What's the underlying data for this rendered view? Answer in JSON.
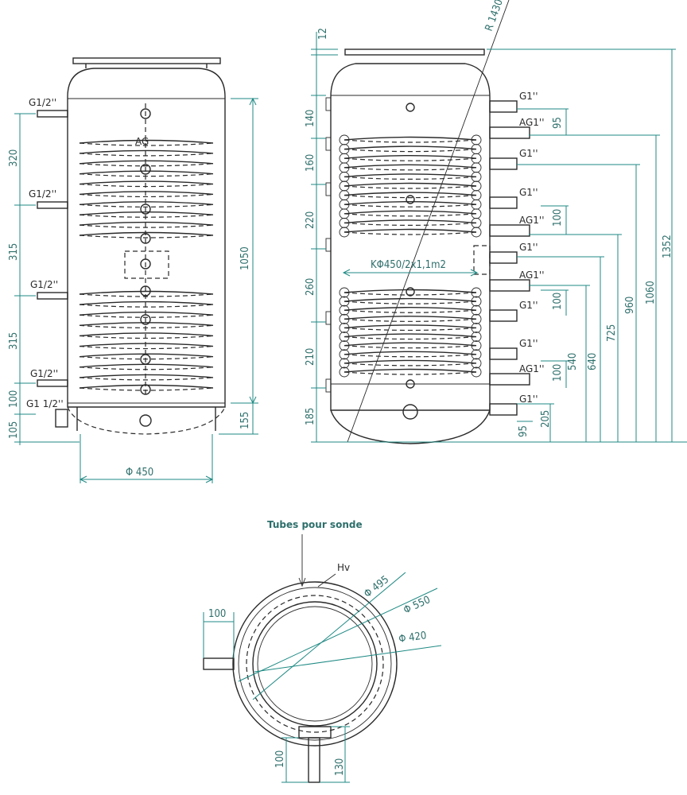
{
  "colors": {
    "dimension": "#1f8a84",
    "dimension_text": "#2d6f6b",
    "drawing": "#2a2a2a"
  },
  "left_view": {
    "side_labels": [
      "G1/2''",
      "G1/2''",
      "G1/2''",
      "G1/2''",
      "G1 1/2''"
    ],
    "left_dims": [
      "320",
      "315",
      "315",
      "100",
      "105"
    ],
    "right_dims": [
      "1050",
      "155"
    ],
    "coil_label": "AG",
    "diameter_label": "Φ 450"
  },
  "right_view": {
    "top_dim": "12",
    "radius_label": "R 1430",
    "left_dims": [
      "140",
      "160",
      "220",
      "260",
      "210",
      "185"
    ],
    "labels": [
      "G1''",
      "AG1''",
      "G1''",
      "G1''",
      "AG1''",
      "G1''",
      "AG1''",
      "G1''",
      "G1''",
      "AG1''",
      "G1''"
    ],
    "small_dims": [
      "95",
      "100",
      "100",
      "100",
      "95"
    ],
    "height_dims": [
      "205",
      "540",
      "640",
      "725",
      "960",
      "1060",
      "1352"
    ],
    "coil_spec": "KΦ450/2x1,1m2"
  },
  "top_view": {
    "title": "Tubes pour sonde",
    "hv_label": "Hv",
    "diameters": [
      "Φ 495",
      "Φ 550",
      "Φ 420"
    ],
    "dims": [
      "100",
      "100",
      "130"
    ]
  }
}
